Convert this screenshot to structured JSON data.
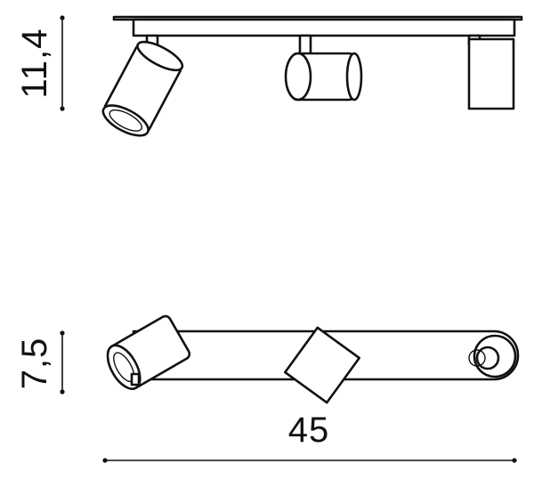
{
  "dimensions": {
    "height_side": "11,4",
    "height_top": "7,5",
    "length": "45"
  },
  "colors": {
    "line": "#111111",
    "background": "#ffffff"
  }
}
